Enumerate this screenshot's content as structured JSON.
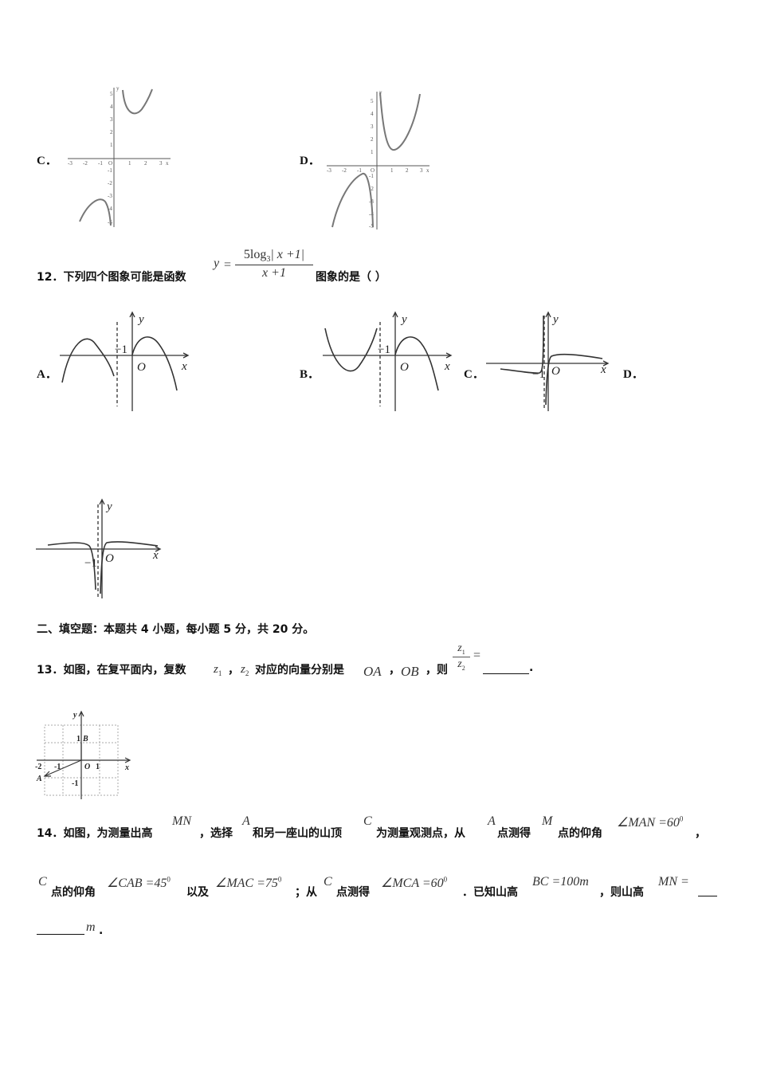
{
  "q11": {
    "option_c": "C．",
    "option_d": "D．",
    "graph_c": {
      "x_ticks": [
        "-3",
        "-2",
        "-1",
        "O",
        "1",
        "2",
        "3"
      ],
      "x_axis_letter": "x",
      "y_ticks": [
        "5",
        "4",
        "3",
        "2",
        "1",
        "-1",
        "-2",
        "-3",
        "-4",
        "-5"
      ],
      "y_axis_letter": "y"
    },
    "graph_d": {
      "x_ticks": [
        "-3",
        "-2",
        "-1",
        "O",
        "1",
        "2",
        "3"
      ],
      "x_axis_letter": "x",
      "y_ticks": [
        "5",
        "4",
        "3",
        "2",
        "1",
        "-1",
        "-2",
        "-3",
        "-4",
        "-5"
      ],
      "y_axis_letter": "y"
    }
  },
  "q12": {
    "number": "12．",
    "stem_before": "下列四个图象可能是函数",
    "formula_y": "y",
    "formula_eq": "=",
    "numerator": "5log",
    "numerator_sub": "3",
    "numerator_abs": "| x +1|",
    "denominator": "x +1",
    "stem_after": "图象的是（    ）",
    "option_a": "A．",
    "option_b": "B．",
    "option_c": "C．",
    "option_d": "D．",
    "axis_x": "x",
    "axis_y": "y",
    "origin": "O",
    "minus_one": "−1"
  },
  "section2": {
    "heading": "二、填空题：本题共 4 小题，每小题 5 分，共 20 分。"
  },
  "q13": {
    "number": "13．",
    "stem1": "如图，在复平面内，复数",
    "z1": "z",
    "z1_sub": "1",
    "comma": "，",
    "z2": "z",
    "z2_sub": "2",
    "stem2": "对应的向量分别是",
    "oa": "OA",
    "ob": "OB",
    "stem3": "，则",
    "frac_num": "z",
    "frac_num_sub": "1",
    "frac_den": "z",
    "frac_den_sub": "2",
    "eq": "=",
    "period": ".",
    "figure": {
      "y": "y",
      "x": "x",
      "B": "B",
      "A": "A",
      "O": "O",
      "one_y": "1",
      "one_x": "1",
      "minus_one_x": "-1",
      "minus_two_x": "-2",
      "minus_one_y": "-1"
    }
  },
  "q14": {
    "number": "14．",
    "s1": "如图，为测量出高",
    "MN": "MN",
    "s2": "，选择",
    "A": "A",
    "s3": "和另一座山的山顶",
    "C": "C",
    "s4": "为测量观测点，从",
    "s5": "点测得",
    "M": "M",
    "s6": "点的仰角",
    "ang1": "∠MAN =60",
    "deg": "0",
    "s7": "，",
    "s8": "点的仰角",
    "ang2": "∠CAB =45",
    "s9": "以及",
    "ang3": "∠MAC =75",
    "s10": "；从",
    "s11": "点测得",
    "ang4": "∠MCA =60",
    "s12": "．已知山高",
    "bc": "BC =100m",
    "s13": "，则山高",
    "mn_eq": "MN =",
    "unit": "m",
    "end": "."
  }
}
